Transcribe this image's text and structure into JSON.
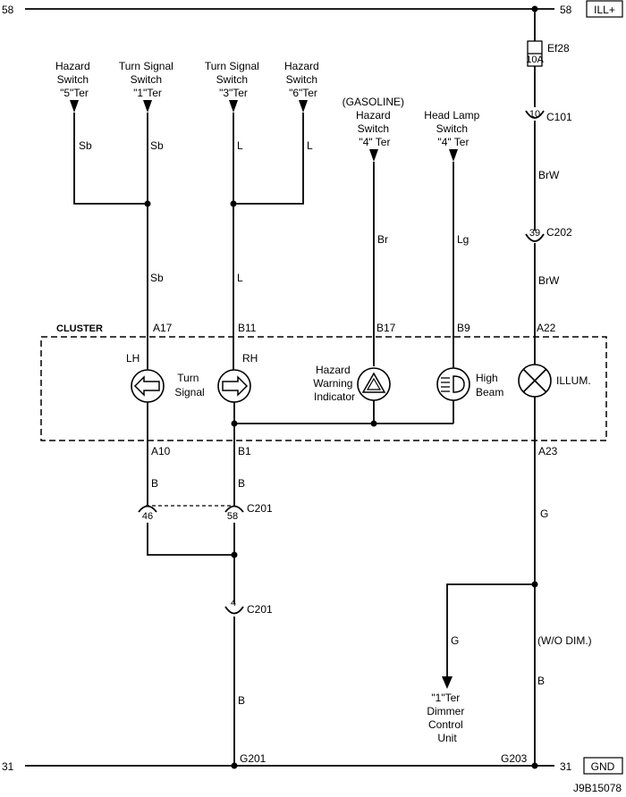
{
  "rails": {
    "top_left": "58",
    "top_right": "58",
    "top_label": "ILL+",
    "bottom_left": "31",
    "bottom_right": "31",
    "bottom_label": "GND"
  },
  "inputs": {
    "hazard5": [
      "Hazard",
      "Switch",
      "\"5\"Ter"
    ],
    "turn1": [
      "Turn Signal",
      "Switch",
      "\"1\"Ter"
    ],
    "turn3": [
      "Turn Signal",
      "Switch",
      "\"3\"Ter"
    ],
    "hazard6": [
      "Hazard",
      "Switch",
      "\"6\"Ter"
    ],
    "gas_hazard": [
      "(GASOLINE)",
      "Hazard",
      "Switch",
      "\"4\" Ter"
    ],
    "headlamp": [
      "Head Lamp",
      "Switch",
      "\"4\" Ter"
    ]
  },
  "fuse": {
    "name": "Ef28",
    "rating": "10A"
  },
  "wire_colors": {
    "sb": "Sb",
    "l": "L",
    "br": "Br",
    "lg": "Lg",
    "brw": "BrW",
    "b": "B",
    "g": "G"
  },
  "connectors": {
    "c101_pin": "10",
    "c101": "C101",
    "c202_pin": "39",
    "c202": "C202",
    "c201_pin_a": "46",
    "c201_pin_b": "58",
    "c201_a": "C201",
    "c201_pin_c": "4",
    "c201_b": "C201"
  },
  "cluster": {
    "title": "CLUSTER",
    "pins_top": [
      "A17",
      "B11",
      "B17",
      "B9",
      "A22"
    ],
    "pins_bottom": [
      "A10",
      "B1",
      "A23"
    ],
    "lh": "LH",
    "rh": "RH",
    "turn_signal": [
      "Turn",
      "Signal"
    ],
    "hazard_indicator": [
      "Hazard",
      "Warning",
      "Indicator"
    ],
    "high_beam": [
      "High",
      "Beam"
    ],
    "illum": "ILLUM."
  },
  "grounds": {
    "g201": "G201",
    "g203": "G203"
  },
  "variant_note": "(W/O DIM.)",
  "dimmer": [
    "\"1\"Ter",
    "Dimmer",
    "Control",
    "Unit"
  ],
  "code": "J9B15078"
}
